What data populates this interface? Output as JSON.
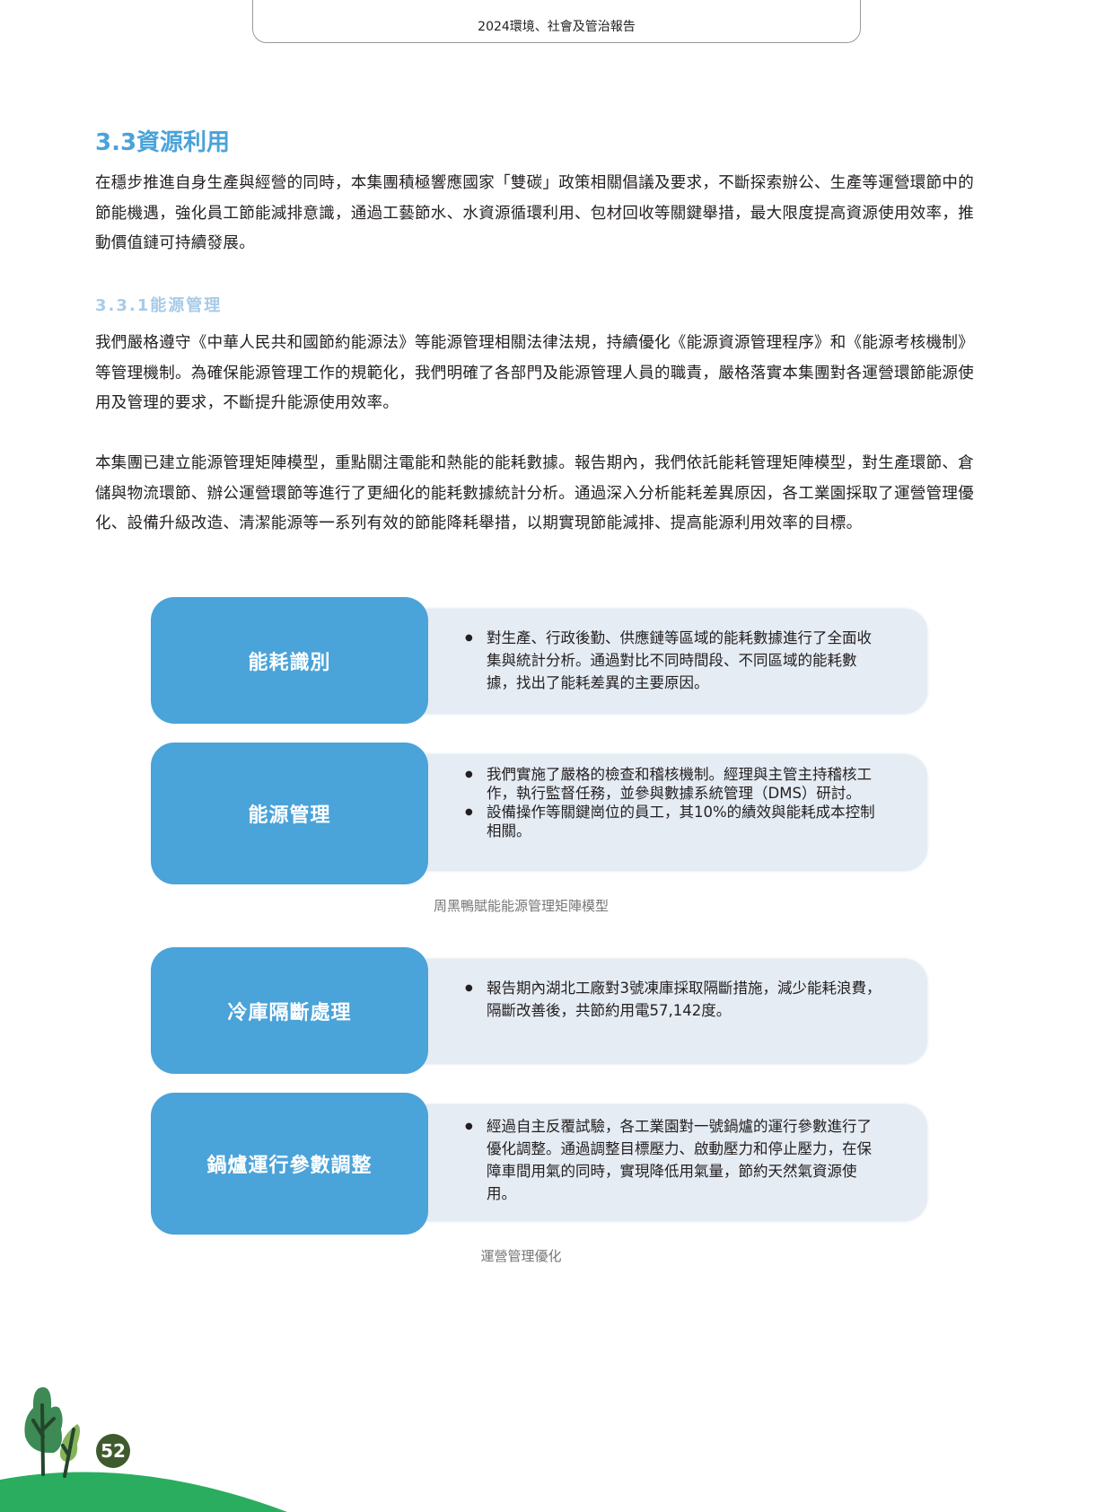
{
  "header": {
    "title": "2024環境、社會及管治報告"
  },
  "section": {
    "title": "3.3資源利用",
    "intro": "在穩步推進自身生產與經營的同時，本集團積極響應國家「雙碳」政策相關倡議及要求，不斷探索辦公、生產等運營環節中的節能機遇，強化員工節能減排意識，通過工藝節水、水資源循環利用、包材回收等關鍵舉措，最大限度提高資源使用效率，推動價值鏈可持續發展。"
  },
  "subsection": {
    "title": "3.3.1能源管理",
    "para1": "我們嚴格遵守《中華人民共和國節約能源法》等能源管理相關法律法規，持續優化《能源資源管理程序》和《能源考核機制》等管理機制。為確保能源管理工作的規範化，我們明確了各部門及能源管理人員的職責，嚴格落實本集團對各運營環節能源使用及管理的要求，不斷提升能源使用效率。",
    "para2": "本集團已建立能源管理矩陣模型，重點關注電能和熱能的能耗數據。報告期內，我們依託能耗管理矩陣模型，對生產環節、倉儲與物流環節、辦公運營環節等進行了更細化的能耗數據統計分析。通過深入分析能耗差異原因，各工業園採取了運營管理優化、設備升級改造、清潔能源等一系列有效的節能降耗舉措，以期實現節能減排、提高能源利用效率的目標。"
  },
  "figure1": {
    "caption": "周黑鴨賦能能源管理矩陣模型",
    "rows": [
      {
        "label": "能耗識別",
        "bullets": [
          "對生產、行政後勤、供應鏈等區域的能耗數據進行了全面收集與統計分析。通過對比不同時間段、不同區域的能耗數據，找出了能耗差異的主要原因。"
        ]
      },
      {
        "label": "能源管理",
        "bullets": [
          "我們實施了嚴格的檢查和稽核機制。經理與主管主持稽核工作，執行監督任務，並參與數據系統管理（DMS）研討。",
          "設備操作等關鍵崗位的員工，其10%的績效與能耗成本控制相關。"
        ]
      }
    ]
  },
  "figure2": {
    "caption": "運營管理優化",
    "rows": [
      {
        "label": "冷庫隔斷處理",
        "bullets": [
          "報告期內湖北工廠對3號凍庫採取隔斷措施，減少能耗浪費，隔斷改善後，共節約用電57,142度。"
        ]
      },
      {
        "label": "鍋爐運行參數調整",
        "bullets": [
          "經過自主反覆試驗，各工業園對一號鍋爐的運行參數進行了優化調整。通過調整目標壓力、啟動壓力和停止壓力，在保障車間用氣的同時，實現降低用氣量，節約天然氣資源使用。"
        ]
      }
    ]
  },
  "footer": {
    "page_number": "52"
  },
  "colors": {
    "accent": "#4aa3d9",
    "panel": "#e5ecf4",
    "grass": "#2aad5f",
    "page_badge": "#3f5b2e"
  }
}
